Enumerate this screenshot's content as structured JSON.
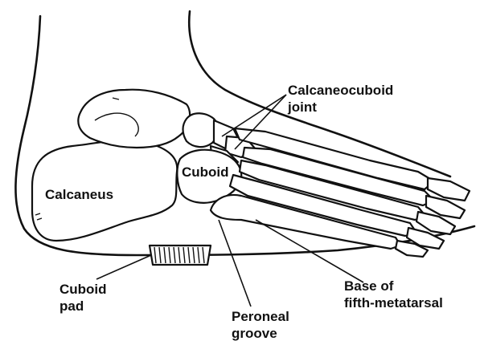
{
  "diagram": {
    "labels": {
      "calcaneocuboid_joint_line1": "Calcaneocuboid",
      "calcaneocuboid_joint_line2": "joint",
      "cuboid": "Cuboid",
      "calcaneus": "Calcaneus",
      "cuboid_pad_line1": "Cuboid",
      "cuboid_pad_line2": "pad",
      "peroneal_groove_line1": "Peroneal",
      "peroneal_groove_line2": "groove",
      "base_fifth_metatarsal_line1": "Base of",
      "base_fifth_metatarsal_line2": "fifth-metatarsal"
    }
  }
}
